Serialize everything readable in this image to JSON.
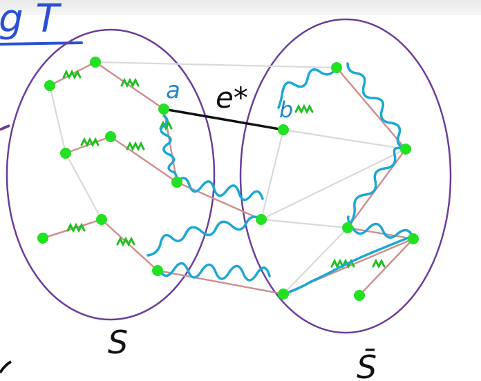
{
  "labels": {
    "top_left_fragment": "g T",
    "vertex_a": "a",
    "vertex_b": "b",
    "edge": "e*",
    "set_left": "S",
    "set_right": "S̄"
  },
  "colors": {
    "set_outline": "#6a3d9a",
    "vertex": "#22e022",
    "cycle_path": "#1aa8d6",
    "tree_edge": "#cf8f8f",
    "green_squiggle": "#1fbf1f",
    "light_edge": "#d9d9d9",
    "cut_edge": "#111111",
    "label_blue": "#1e88c8",
    "text_black": "#111111",
    "heading_blue": "#2a4fd6"
  }
}
